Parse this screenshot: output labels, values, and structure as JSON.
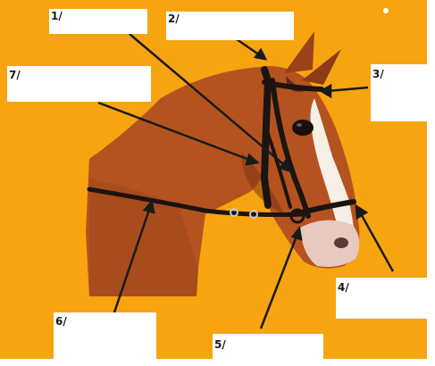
{
  "diagram": {
    "subject": "Horse head with bridle",
    "colors": {
      "background": "#f7a411",
      "coat": "#b4531f",
      "coat_shadow": "#7e3412",
      "blaze": "#f6efe6",
      "tack": "#1c1410",
      "arrow": "#1a1a1a",
      "label_box": "#ffffff"
    },
    "labels": [
      {
        "id": "1",
        "text": "1/"
      },
      {
        "id": "2",
        "text": "2/"
      },
      {
        "id": "3",
        "text": "3/"
      },
      {
        "id": "4",
        "text": "4/"
      },
      {
        "id": "5",
        "text": "5/"
      },
      {
        "id": "6",
        "text": "6/"
      },
      {
        "id": "7",
        "text": "7/"
      }
    ]
  }
}
